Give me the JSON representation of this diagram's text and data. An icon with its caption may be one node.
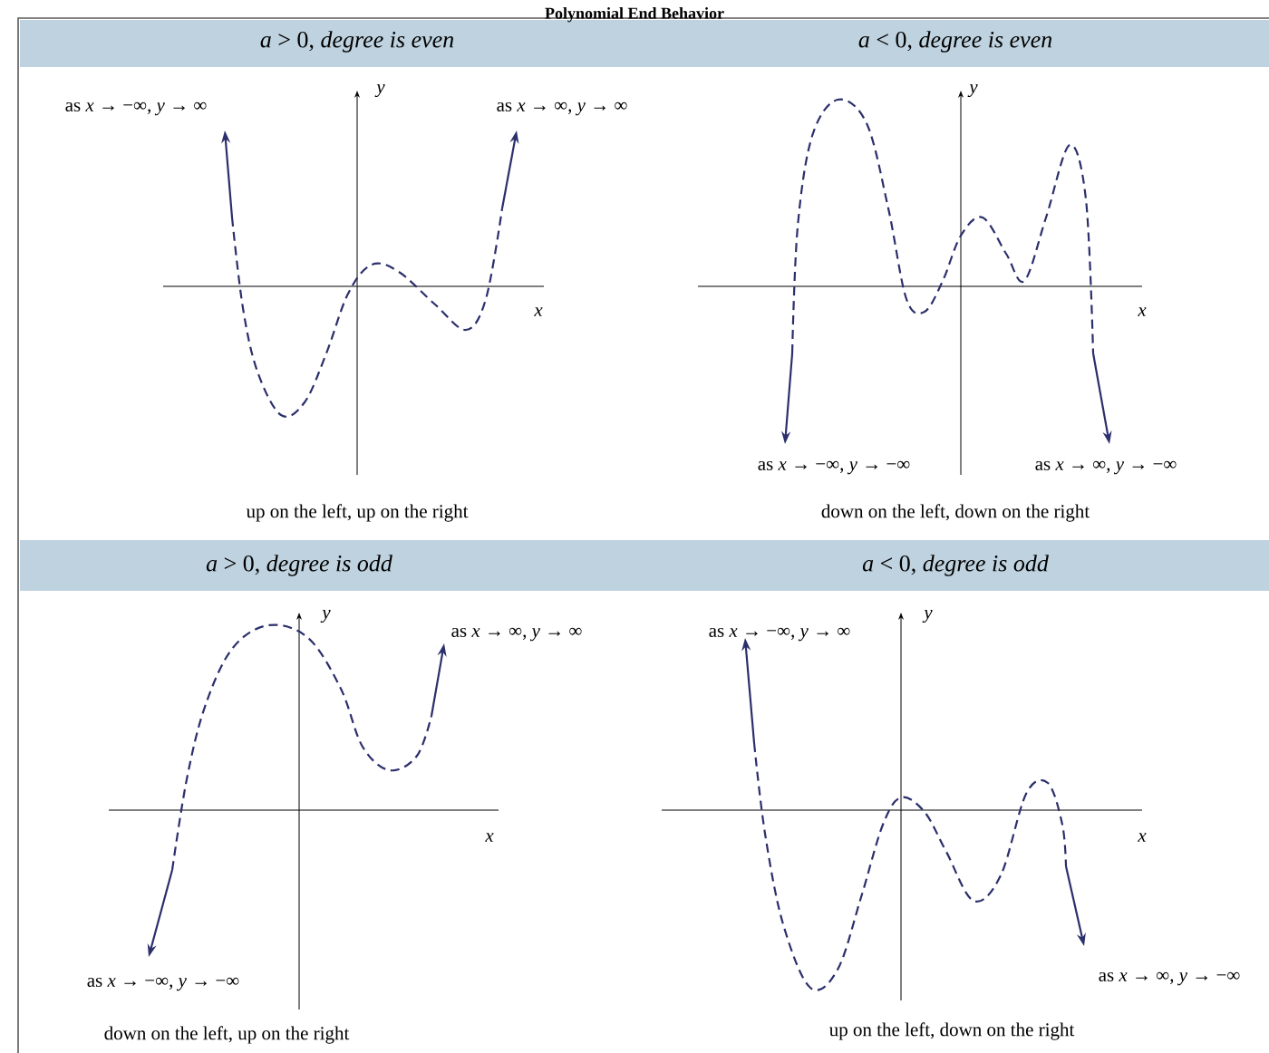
{
  "diagram": {
    "title": "Polynomial End Behavior",
    "labels": [
      "*a* > 0, *degree is even*",
      "*a* < 0, *degree is even*",
      "as *x* → −∞, *y* → ∞",
      "y",
      "as *x* → ∞, *y* → ∞",
      "y",
      "x",
      "x",
      "as *x* → −∞, *y* → −∞",
      "as *x* → ∞, *y* → −∞",
      "up on the left, up on the right",
      "down on the left, down on the right",
      "*a* > 0, *degree is odd*",
      "*a* < 0, *degree is odd*",
      "y",
      "as *x* → ∞, *y* → ∞",
      "as *x* → −∞, *y* → ∞",
      "y",
      "x",
      "x",
      "as *x* → −∞, *y* → −∞",
      "as *x* → ∞, *y* → −∞",
      "down on the left, up on the right",
      "up on the left, down on the right"
    ]
  }
}
